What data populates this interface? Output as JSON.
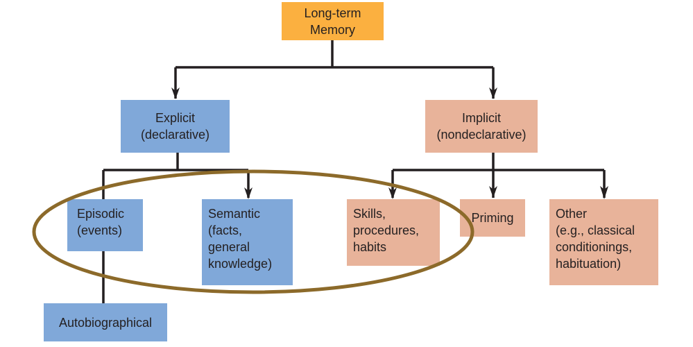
{
  "colors": {
    "root": "#fbb040",
    "explicit": "#80a8d9",
    "implicit": "#e8b39a",
    "lines": "#231f20",
    "ellipse": "#8c6a2a"
  },
  "nodes": {
    "root": "Long-term\nMemory",
    "explicit": "Explicit\n(declarative)",
    "implicit": "Implicit\n(nondeclarative)",
    "episodic": "Episodic\n(events)",
    "semantic": "Semantic\n(facts,\ngeneral\nknowledge)",
    "skills": "Skills,\nprocedures,\nhabits",
    "priming": "Priming",
    "other": "Other\n(e.g., classical\nconditionings,\nhabituation)",
    "autobiographical": "Autobiographical"
  }
}
